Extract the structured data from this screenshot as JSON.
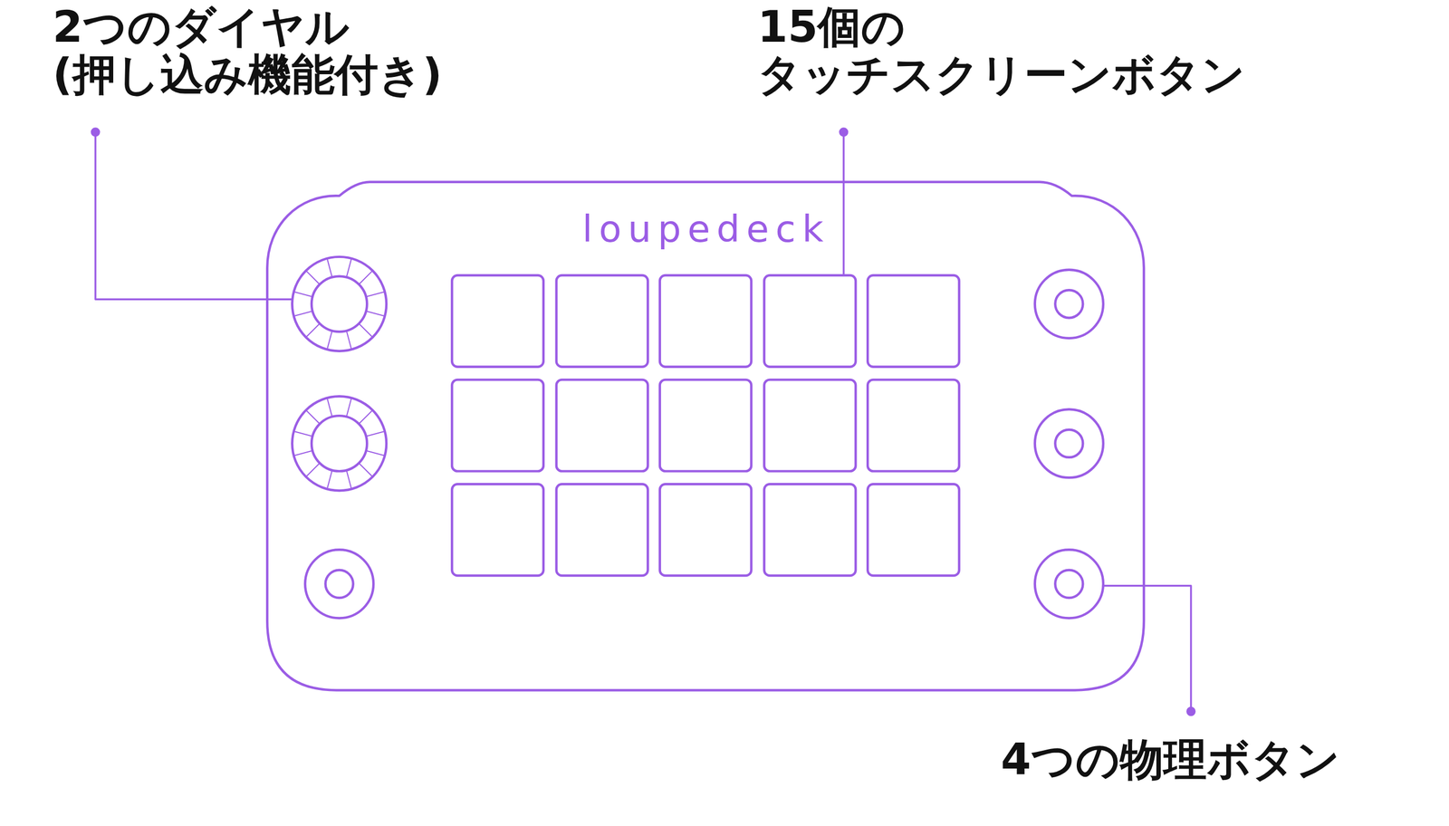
{
  "diagram": {
    "labels": [
      "2つのダイヤル (押し込み機能付き)",
      "15個の タッチスクリーンボタン",
      "4つの物理ボタン",
      "loupedeck"
    ]
  }
}
